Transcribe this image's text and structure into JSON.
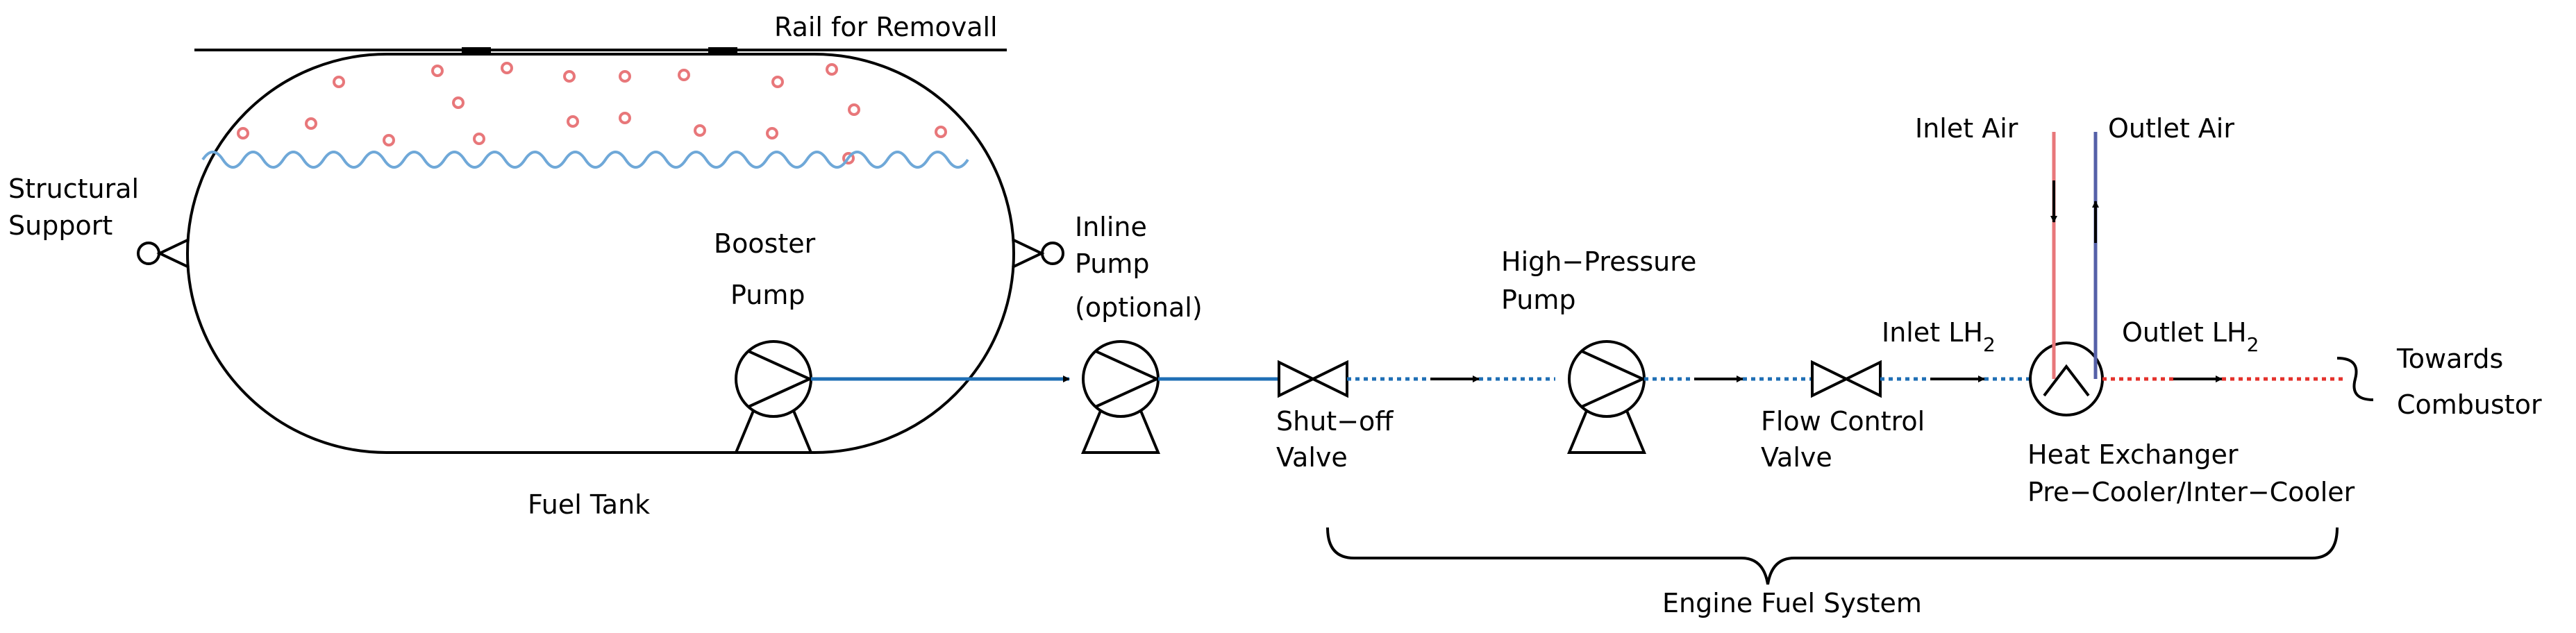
{
  "labels": {
    "rail": "Rail for Removall",
    "structural_support_line1": "Structural",
    "structural_support_line2": "Support",
    "booster_pump_line1": "Booster",
    "booster_pump_line2": "Pump",
    "fuel_tank": "Fuel Tank",
    "inline_pump_line1": "Inline",
    "inline_pump_line2": "Pump",
    "inline_pump_line3": "(optional)",
    "shutoff_valve_line1": "Shut−off",
    "shutoff_valve_line2": "Valve",
    "hp_pump_line1": "High−Pressure",
    "hp_pump_line2": "Pump",
    "flow_valve_line1": "Flow  Control",
    "flow_valve_line2": "Valve",
    "inlet_lh2": "Inlet LH",
    "inlet_lh2_sub": "2",
    "outlet_lh2": "Outlet LH",
    "outlet_lh2_sub": "2",
    "inlet_air": "Inlet Air",
    "outlet_air": "Outlet Air",
    "heat_exchanger_line1": "Heat Exchanger",
    "heat_exchanger_line2": "Pre−Cooler/Inter−Cooler",
    "towards_line1": "Towards",
    "towards_line2": "Combustor",
    "engine_fuel_system": "Engine Fuel System"
  },
  "colors": {
    "lh2_line": "#1f6fb5",
    "hot_line": "#e4312b",
    "inlet_air": "#e8777a",
    "outlet_air": "#5560a8",
    "liquid_surface": "#6fa8d8",
    "bubbles": "#e8777a"
  }
}
